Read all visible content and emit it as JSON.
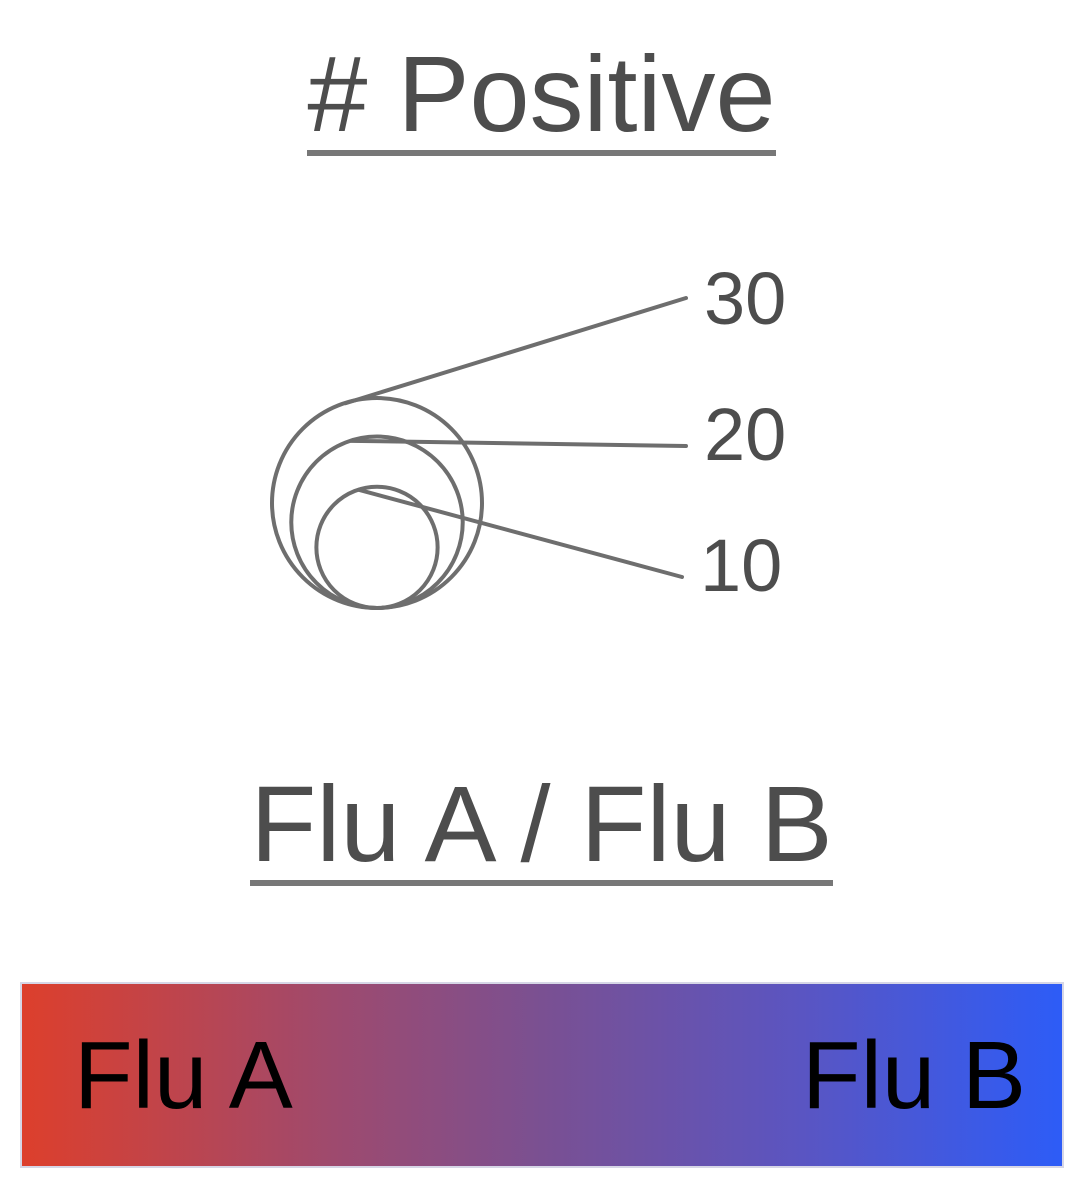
{
  "chart_data": [
    {
      "type": "scatter",
      "legend": "size",
      "title": "# Positive",
      "values": [
        30,
        20,
        10
      ],
      "labels": [
        "30",
        "20",
        "10"
      ],
      "stroke_color": "#6e6e6e"
    },
    {
      "type": "heatmap",
      "legend": "color",
      "title": "Flu A / Flu B",
      "low_label": "Flu A",
      "high_label": "Flu B",
      "low_color": "#dd3f2c",
      "high_color": "#2d5cf7"
    }
  ]
}
